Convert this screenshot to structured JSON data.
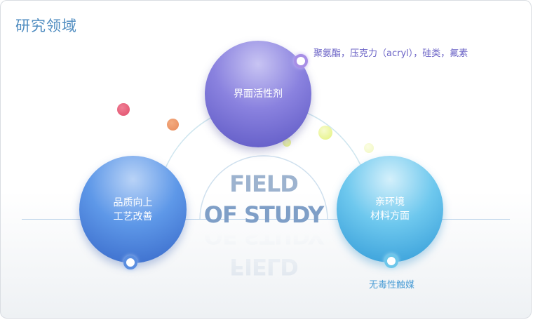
{
  "title": "研究领域",
  "center_text": {
    "line1": "FIELD",
    "line2": "OF STUDY"
  },
  "nodes": {
    "top": {
      "label": "界面活性剂"
    },
    "left": {
      "line1": "品质向上",
      "line2": "工艺改善"
    },
    "right": {
      "line1": "亲环境",
      "line2": "材料方面"
    }
  },
  "annotations": {
    "top": "聚氨酯，压克力（acryl），硅类，氟素",
    "bottom": "无毒性触媒"
  },
  "colors": {
    "title": "#4f8cc0",
    "top_node": "#6f68d6",
    "left_node": "#4a80de",
    "right_node": "#4db3e6",
    "dot_red": "#e04d6a",
    "dot_orange": "#e88a5a",
    "dot_yellow": "#e3f27a"
  }
}
